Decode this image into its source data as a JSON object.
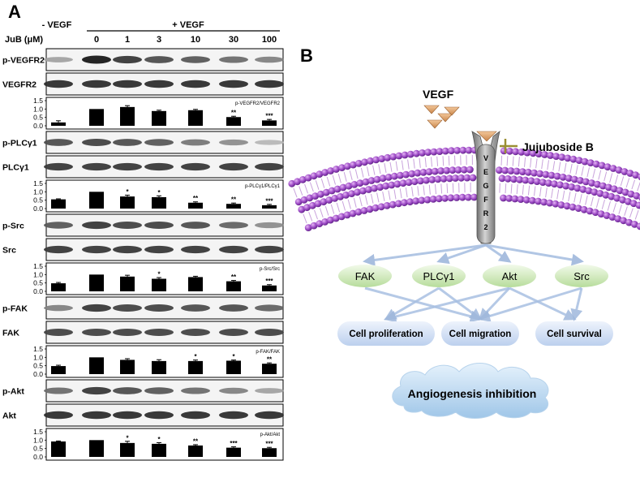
{
  "panel_a": {
    "label": "A",
    "minus_vegf": "- VEGF",
    "plus_vegf": "+ VEGF",
    "jub_label": "JuB (μM)",
    "doses": [
      "0",
      "1",
      "3",
      "10",
      "30",
      "100"
    ],
    "blots": [
      {
        "label": "p-VEGFR2",
        "intensity": [
          0.35,
          1.0,
          0.85,
          0.75,
          0.7,
          0.6,
          0.5
        ]
      },
      {
        "label": "VEGFR2",
        "intensity": [
          0.9,
          0.9,
          0.9,
          0.9,
          0.9,
          0.9,
          0.9
        ]
      },
      {
        "label": "p-PLCγ1",
        "intensity": [
          0.75,
          0.8,
          0.75,
          0.7,
          0.55,
          0.45,
          0.25
        ]
      },
      {
        "label": "PLCγ1",
        "intensity": [
          0.85,
          0.85,
          0.85,
          0.85,
          0.85,
          0.85,
          0.85
        ]
      },
      {
        "label": "p-Src",
        "intensity": [
          0.7,
          0.85,
          0.8,
          0.8,
          0.75,
          0.65,
          0.45
        ]
      },
      {
        "label": "Src",
        "intensity": [
          0.85,
          0.85,
          0.85,
          0.85,
          0.85,
          0.85,
          0.85
        ]
      },
      {
        "label": "p-FAK",
        "intensity": [
          0.5,
          0.85,
          0.8,
          0.8,
          0.75,
          0.75,
          0.65
        ]
      },
      {
        "label": "FAK",
        "intensity": [
          0.8,
          0.8,
          0.8,
          0.8,
          0.8,
          0.8,
          0.8
        ]
      },
      {
        "label": "p-Akt",
        "intensity": [
          0.6,
          0.85,
          0.75,
          0.7,
          0.6,
          0.5,
          0.35
        ]
      },
      {
        "label": "Akt",
        "intensity": [
          0.9,
          0.9,
          0.9,
          0.9,
          0.9,
          0.9,
          0.9
        ]
      }
    ],
    "ticks": [
      "1.5",
      "1.0",
      "0.5",
      "0.0"
    ]
  },
  "chart_data": [
    {
      "type": "bar",
      "title": "p-VEGFR2/VEGFR2",
      "ylim": [
        0,
        1.5
      ],
      "values": [
        0.2,
        1.0,
        1.12,
        0.88,
        0.93,
        0.52,
        0.32
      ],
      "errors": [
        0.1,
        0,
        0.08,
        0.05,
        0.05,
        0.05,
        0.06
      ],
      "sig": [
        "",
        "",
        "",
        "",
        "",
        "**",
        "***"
      ]
    },
    {
      "type": "bar",
      "title": "p-PLCγ1/PLCγ1",
      "ylim": [
        0,
        1.5
      ],
      "values": [
        0.55,
        1.0,
        0.72,
        0.68,
        0.35,
        0.28,
        0.2
      ],
      "errors": [
        0.03,
        0,
        0.08,
        0.08,
        0.05,
        0.05,
        0.05
      ],
      "sig": [
        "",
        "",
        "*",
        "*",
        "**",
        "**",
        "***"
      ]
    },
    {
      "type": "bar",
      "title": "p-Src/Src",
      "ylim": [
        0,
        1.5
      ],
      "values": [
        0.48,
        1.0,
        0.88,
        0.75,
        0.85,
        0.6,
        0.35
      ],
      "errors": [
        0.05,
        0,
        0.08,
        0.07,
        0.05,
        0.05,
        0.05
      ],
      "sig": [
        "",
        "",
        "",
        "*",
        "",
        "**",
        "***"
      ]
    },
    {
      "type": "bar",
      "title": "p-FAK/FAK",
      "ylim": [
        0,
        1.5
      ],
      "values": [
        0.48,
        1.0,
        0.85,
        0.78,
        0.78,
        0.8,
        0.62
      ],
      "errors": [
        0.05,
        0,
        0.07,
        0.08,
        0.06,
        0.04,
        0.05
      ],
      "sig": [
        "",
        "",
        "",
        "",
        "*",
        "*",
        "**"
      ]
    },
    {
      "type": "bar",
      "title": "p-Akt/Akt",
      "ylim": [
        0,
        1.5
      ],
      "values": [
        0.92,
        1.0,
        0.83,
        0.78,
        0.68,
        0.55,
        0.52
      ],
      "errors": [
        0.03,
        0,
        0.1,
        0.07,
        0.05,
        0.05,
        0.05
      ],
      "sig": [
        "",
        "",
        "*",
        "*",
        "**",
        "***",
        "***"
      ]
    }
  ],
  "panel_b": {
    "label": "B",
    "vegf": "VEGF",
    "inhibitor": "Jujuboside B",
    "receptor_letters": [
      "V",
      "E",
      "G",
      "F",
      "R",
      "2"
    ],
    "kinases": [
      "FAK",
      "PLCγ1",
      "Akt",
      "Src"
    ],
    "outcomes": [
      "Cell proliferation",
      "Cell migration",
      "Cell survival"
    ],
    "result": "Angiogenesis inhibition"
  }
}
